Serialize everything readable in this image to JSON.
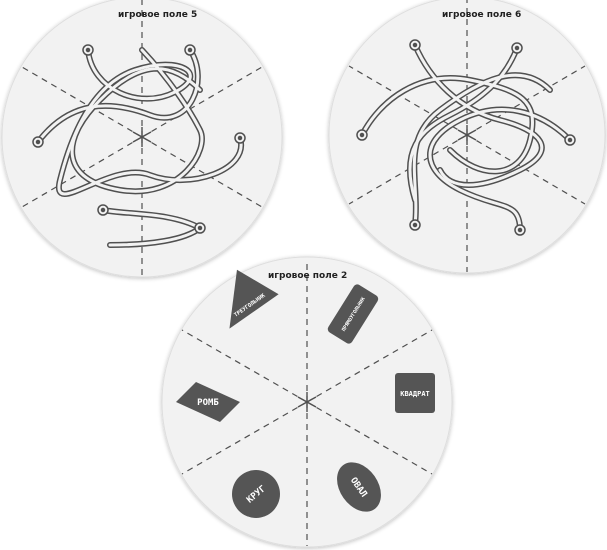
{
  "boards": {
    "board5": {
      "title": "игровое поле 5"
    },
    "board6": {
      "title": "игровое поле 6"
    },
    "board2": {
      "title": "игровое поле 2",
      "shapes": {
        "triangle": "ТРЕУГОЛЬНИК",
        "rectangle": "ПРЯМОУГОЛЬНИК",
        "square": "КВАДРАТ",
        "rhombus": "РОМБ",
        "circle": "КРУГ",
        "oval": "ОВАЛ"
      }
    }
  },
  "colors": {
    "board_fill": "#f2f2f2",
    "board_edge": "#dedede",
    "ink": "#505050",
    "shape_fill": "#555555"
  }
}
